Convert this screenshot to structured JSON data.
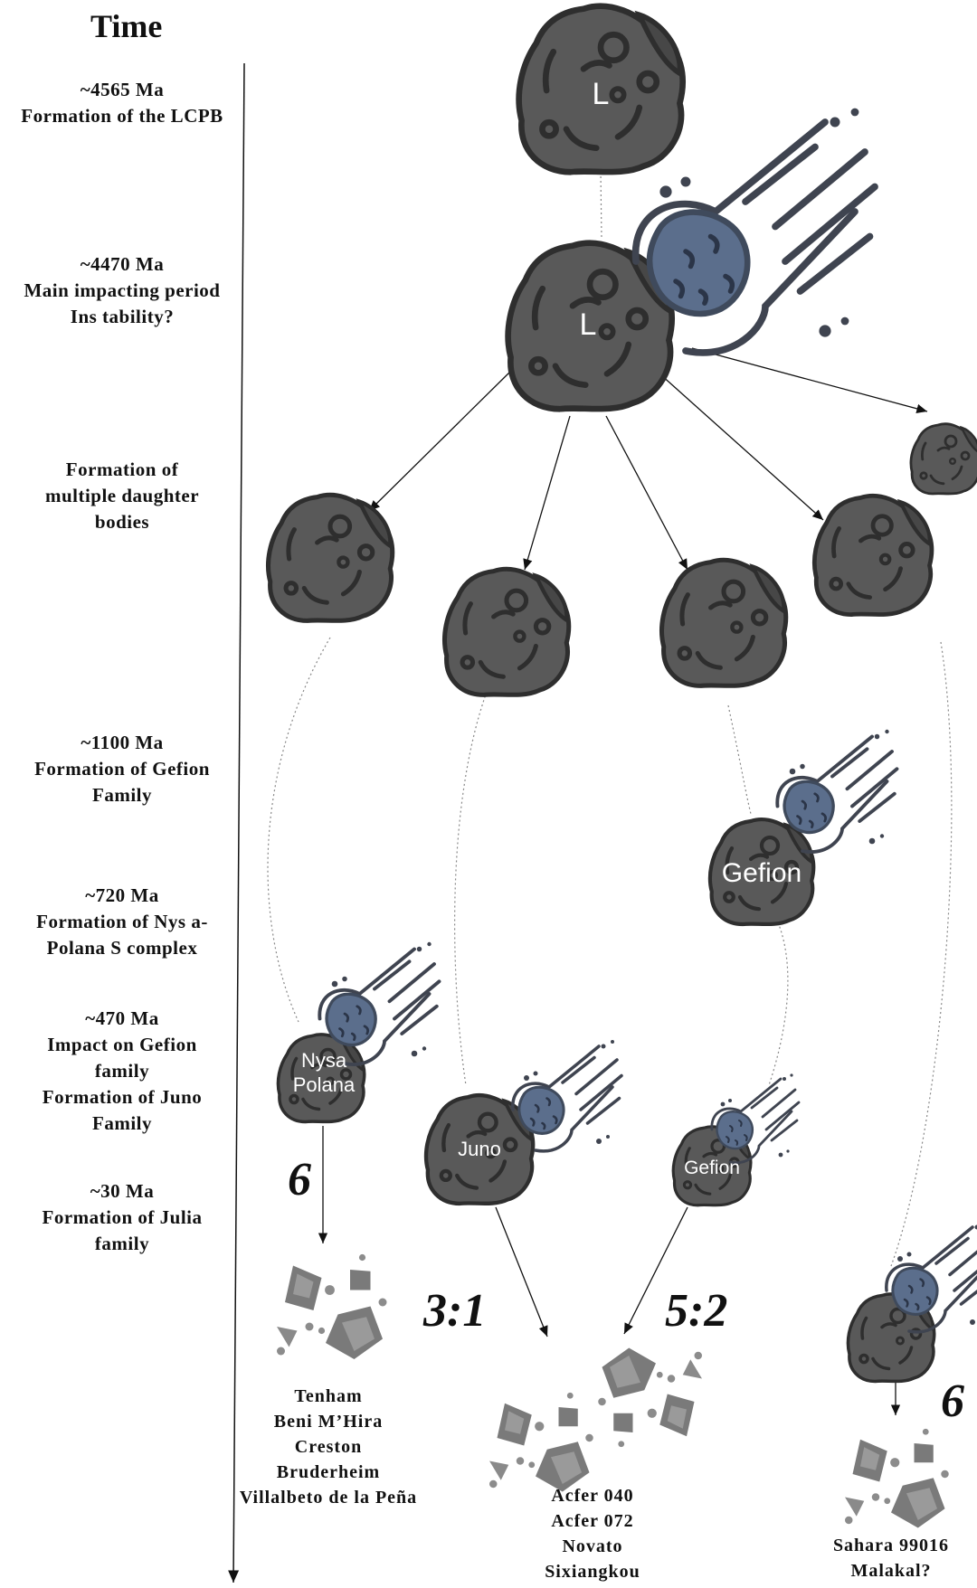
{
  "title": "Time",
  "timeline": [
    {
      "lines": [
        "~4565 Ma",
        "Formation of the LCPB"
      ]
    },
    {
      "lines": [
        "~4470 Ma",
        "Main impacting period",
        "Ins tability?"
      ]
    },
    {
      "lines": [
        "Formation of",
        "multiple daughter",
        "bodies"
      ]
    },
    {
      "lines": [
        "~1100 Ma",
        "Formation of Gefion",
        "Family"
      ]
    },
    {
      "lines": [
        "~720 Ma",
        "Formation of Nys a-",
        "Polana S complex"
      ]
    },
    {
      "lines": [
        "~470 Ma",
        "Impact on Gefion",
        "family",
        "Formation of Juno",
        "Family"
      ]
    },
    {
      "lines": [
        "~30 Ma",
        "Formation of Julia",
        "family"
      ]
    }
  ],
  "body_labels": {
    "parent": "L",
    "parent2": "L",
    "gefion": "Gefion",
    "nysa": [
      "Nysa",
      "Polana"
    ],
    "juno": "Juno",
    "gefion2": "Gefion"
  },
  "resonances": {
    "r6_left": "6",
    "r31": "3:1",
    "r52": "5:2",
    "r6_right": "6"
  },
  "meteorites": {
    "left": [
      "Tenham",
      "Beni M’Hira",
      "Creston",
      "Bruderheim",
      "Villalbeto de la Peña"
    ],
    "middle": [
      "Acfer 040",
      "Acfer 072",
      "Novato",
      "Sixiangkou"
    ],
    "right": [
      "Sahara 99016",
      "Malakal?"
    ]
  },
  "colors": {
    "asteroid": "#595959",
    "asteroid_dark": "#474747",
    "outline": "#2e2e2e",
    "impactor": "#5b6e8c",
    "fragment": "#8c8c8c"
  }
}
